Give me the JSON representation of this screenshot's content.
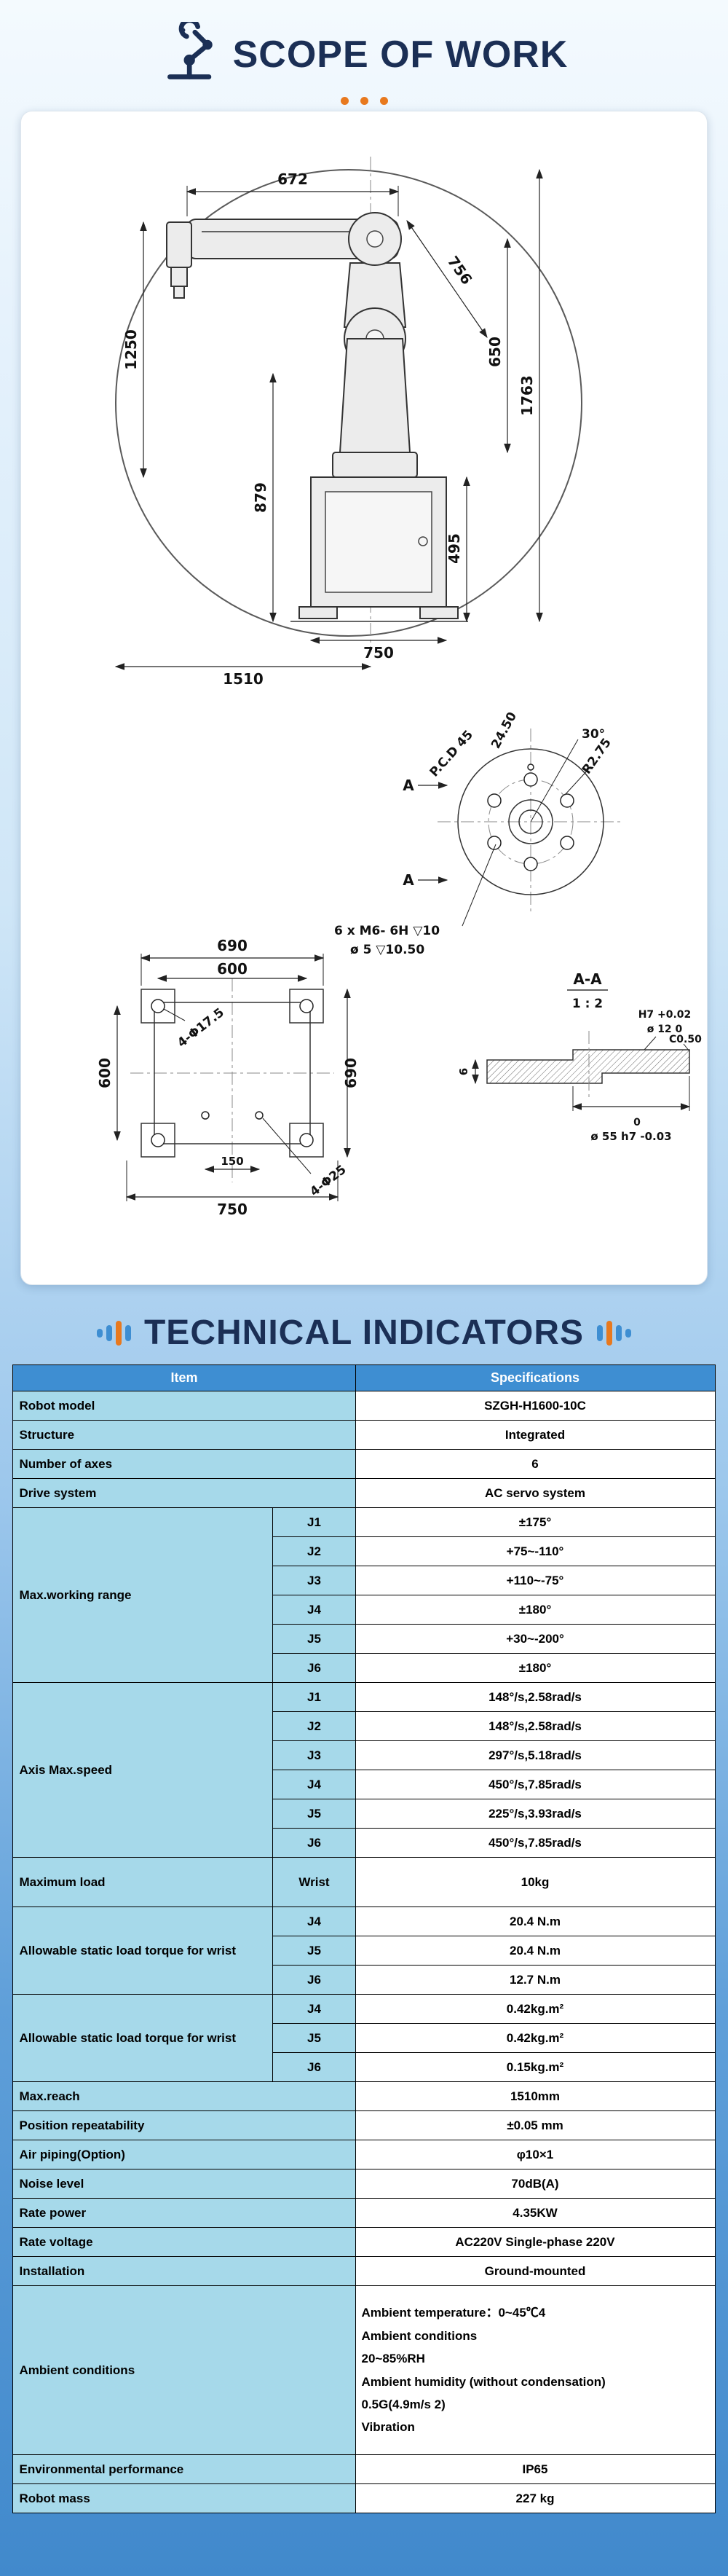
{
  "page": {
    "scope_title": "SCOPE OF WORK",
    "tech_title": "TECHNICAL INDICATORS"
  },
  "colors": {
    "header_blue": "#3e8ed2",
    "item_cell_bg": "#a6d9ea",
    "accent_orange": "#e8791e",
    "title_navy": "#1b2f55"
  },
  "drawings": {
    "envelope": {
      "dim_672": "672",
      "dim_1250": "1250",
      "dim_756": "756",
      "dim_650": "650",
      "dim_1763": "1763",
      "dim_879": "879",
      "dim_495": "495",
      "dim_750": "750",
      "dim_1510": "1510"
    },
    "flange": {
      "angle": "30°",
      "pcd": "P.C.D 45",
      "dim_2450": "24.50",
      "radius": "R2.75",
      "section_label": "A",
      "note_line1": "6 x M6- 6H ▽10",
      "note_line2": "ø 5 ▽10.50"
    },
    "base": {
      "dim_690_top": "690",
      "dim_600_top": "600",
      "dim_600_left": "600",
      "dim_690_right": "690",
      "dim_150": "150",
      "dim_750": "750",
      "hole_note_1": "4-Φ17.5",
      "hole_note_2": "4-Φ25"
    },
    "section": {
      "title": "A-A",
      "scale": "1 : 2",
      "tol_line1": "H7 +0.02",
      "tol_line2": "ø 12  0",
      "chamfer": "C0.50",
      "thickness": "6",
      "tol_zero": "0",
      "dia_55": "ø 55 h7 -0.03"
    }
  },
  "table": {
    "header": {
      "item": "Item",
      "spec": "Specifications"
    },
    "simple_rows_top": [
      {
        "label": "Robot model",
        "value": "SZGH-H1600-10C"
      },
      {
        "label": "Structure",
        "value": "Integrated"
      },
      {
        "label": "Number of axes",
        "value": "6"
      },
      {
        "label": "Drive system",
        "value": "AC servo system"
      }
    ],
    "working_range": {
      "label": "Max.working range",
      "entries": [
        {
          "axis": "J1",
          "value": "±175°"
        },
        {
          "axis": "J2",
          "value": "+75~-110°"
        },
        {
          "axis": "J3",
          "value": "+110~-75°"
        },
        {
          "axis": "J4",
          "value": "±180°"
        },
        {
          "axis": "J5",
          "value": "+30~-200°"
        },
        {
          "axis": "J6",
          "value": "±180°"
        }
      ]
    },
    "axis_speed": {
      "label": "Axis Max.speed",
      "entries": [
        {
          "axis": "J1",
          "value": "148°/s,2.58rad/s"
        },
        {
          "axis": "J2",
          "value": "148°/s,2.58rad/s"
        },
        {
          "axis": "J3",
          "value": "297°/s,5.18rad/s"
        },
        {
          "axis": "J4",
          "value": "450°/s,7.85rad/s"
        },
        {
          "axis": "J5",
          "value": "225°/s,3.93rad/s"
        },
        {
          "axis": "J6",
          "value": "450°/s,7.85rad/s"
        }
      ]
    },
    "max_load": {
      "label": "Maximum load",
      "sub": "Wrist",
      "value": "10kg"
    },
    "torque": {
      "label": "Allowable static load torque for wrist",
      "entries": [
        {
          "axis": "J4",
          "value": "20.4 N.m"
        },
        {
          "axis": "J5",
          "value": "20.4 N.m"
        },
        {
          "axis": "J6",
          "value": "12.7 N.m"
        }
      ]
    },
    "inertia": {
      "label": "Allowable static load torque for wrist",
      "entries": [
        {
          "axis": "J4",
          "value": "0.42kg.m²"
        },
        {
          "axis": "J5",
          "value": "0.42kg.m²"
        },
        {
          "axis": "J6",
          "value": "0.15kg.m²"
        }
      ]
    },
    "simple_rows_bottom": [
      {
        "label": "Max.reach",
        "value": "1510mm"
      },
      {
        "label": "Position repeatability",
        "value": "±0.05 mm"
      },
      {
        "label": "Air piping(Option)",
        "value": "φ10×1"
      },
      {
        "label": "Noise level",
        "value": "70dB(A)"
      },
      {
        "label": "Rate power",
        "value": "4.35KW"
      },
      {
        "label": "Rate voltage",
        "value": "AC220V Single-phase 220V"
      },
      {
        "label": "Installation",
        "value": "Ground-mounted"
      }
    ],
    "ambient": {
      "label": "Ambient conditions",
      "lines": [
        "Ambient temperature：0~45℃4",
        "Ambient conditions",
        "20~85%RH",
        "Ambient humidity (without condensation)",
        "0.5G(4.9m/s 2)",
        "Vibration"
      ]
    },
    "final_rows": [
      {
        "label": "Environmental performance",
        "value": "IP65"
      },
      {
        "label": "Robot mass",
        "value": "227 kg"
      }
    ]
  }
}
